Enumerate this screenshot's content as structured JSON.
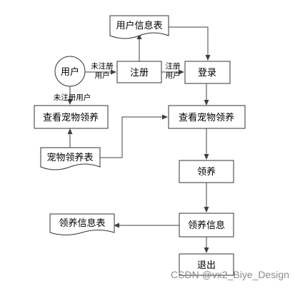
{
  "diagram": {
    "nodes": {
      "user": "用户",
      "user_info_table": "用户信息表",
      "register": "注册",
      "login": "登录",
      "view_pet_adoption_left": "查看宠物领养",
      "view_pet_adoption_main": "查看宠物领养",
      "pet_adoption_table": "宠物领养表",
      "adopt": "领养",
      "adoption_info_table": "领养信息表",
      "adoption_info": "领养信息",
      "logout": "退出"
    },
    "edge_labels": {
      "user_to_register_line1": "未注册",
      "user_to_register_line2": "用户",
      "register_to_login_line1": "注册",
      "register_to_login_line2": "用户",
      "user_to_view": "未注册用户"
    },
    "watermark": "CSDN @vx2_Biye_Design",
    "colors": {
      "stroke": "#333333",
      "background": "#ffffff",
      "watermark": "#8c8c8c"
    }
  }
}
